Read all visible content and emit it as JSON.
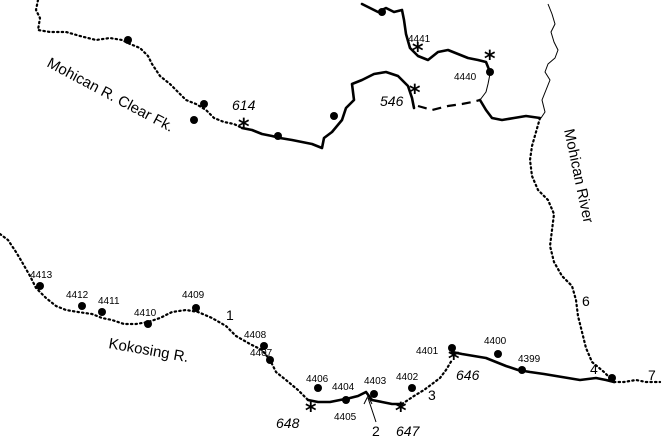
{
  "rivers": {
    "clear_fork": "Mohican R. Clear Fk.",
    "mohican": "Mohican River",
    "kokosing": "Kokosing R."
  },
  "sites": {
    "s4413": "4413",
    "s4412": "4412",
    "s4411": "4411",
    "s4410": "4410",
    "s4409": "4409",
    "s4408": "4408",
    "s4407": "4407",
    "s4406": "4406",
    "s4405": "4405",
    "s4404": "4404",
    "s4403": "4403",
    "s4402": "4402",
    "s4401": "4401",
    "s4400": "4400",
    "s4399": "4399",
    "s4441": "4441",
    "s4440": "4440"
  },
  "dams": {
    "d614": "614",
    "d546": "546",
    "d646": "646",
    "d648": "648",
    "d647": "647"
  },
  "reach_numbers": {
    "n1": "1",
    "n2": "2",
    "n3": "3",
    "n4": "4",
    "n6": "6",
    "n7": "7"
  },
  "symbols": {
    "dam_marker": "*"
  }
}
